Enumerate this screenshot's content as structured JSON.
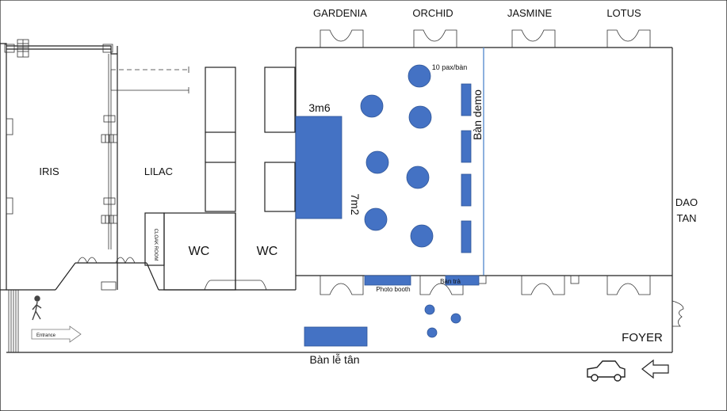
{
  "rooms": {
    "gardenia": "GARDENIA",
    "orchid": "ORCHID",
    "jasmine": "JASMINE",
    "lotus": "LOTUS",
    "iris": "IRIS",
    "lilac": "LILAC",
    "dao_tan_line1": "DAO",
    "dao_tan_line2": "TAN",
    "wc_left": "WC",
    "wc_right": "WC",
    "cloak_room": "CLOAK ROOM",
    "foyer": "FOYER"
  },
  "labels": {
    "stage_width": "3m6",
    "stage_length": "7m2",
    "table_capacity": "10 pax/bàn",
    "demo_tables": "Bàn demo",
    "photo_booth": "Photo booth",
    "tea_table": "Bàn trà",
    "reception": "Bàn lễ tân",
    "entrance": "Entrance"
  },
  "colors": {
    "furniture": "#4472c4",
    "divider": "#5b8fd0"
  },
  "icons": [
    "walking-person-icon",
    "car-icon",
    "left-arrow-icon",
    "entrance-arrow-icon"
  ]
}
